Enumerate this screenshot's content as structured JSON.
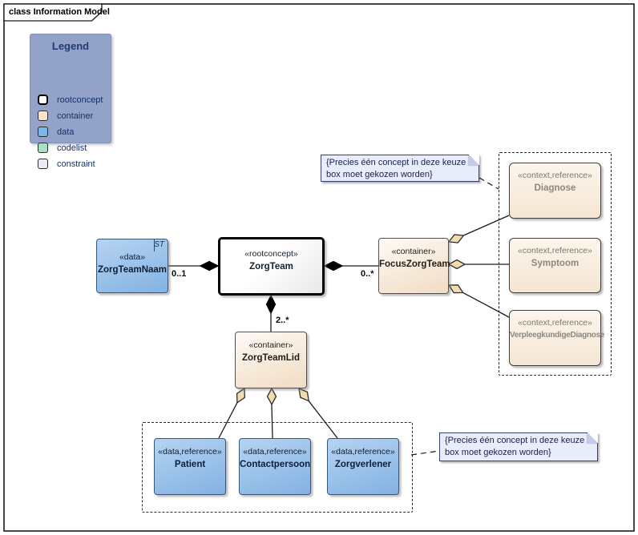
{
  "frame": {
    "title": "class Information Model"
  },
  "legend": {
    "title": "Legend",
    "items": [
      {
        "label": "rootconcept",
        "color": "#ffffff"
      },
      {
        "label": "container",
        "color": "#f8e3cf"
      },
      {
        "label": "data",
        "color": "#7db7e8"
      },
      {
        "label": "codelist",
        "color": "#abdfc6"
      },
      {
        "label": "constraint",
        "color": "#e9ebfa"
      }
    ],
    "background": "#93a2c8"
  },
  "nodes": {
    "zorgteamnaam": {
      "stereotype": "«data»",
      "name": "ZorgTeamNaam",
      "type_tag": "ST"
    },
    "zorgteam": {
      "stereotype": "«rootconcept»",
      "name": "ZorgTeam"
    },
    "focuszorgteam": {
      "stereotype": "«container»",
      "name": "FocusZorgTeam"
    },
    "zorgteamlid": {
      "stereotype": "«container»",
      "name": "ZorgTeamLid"
    },
    "patient": {
      "stereotype": "«data,reference»",
      "name": "Patient"
    },
    "contactpersoon": {
      "stereotype": "«data,reference»",
      "name": "Contactpersoon"
    },
    "zorgverlener": {
      "stereotype": "«data,reference»",
      "name": "Zorgverlener"
    },
    "diagnose": {
      "stereotype": "«context,reference»",
      "name": "Diagnose"
    },
    "symptoom": {
      "stereotype": "«context,reference»",
      "name": "Symptoom"
    },
    "verpleegkundige_diagnose": {
      "stereotype": "«context,reference»",
      "name": "VerpleegkundigeDiagnose"
    }
  },
  "multiplicities": {
    "zorgteamnaam_zorgteam": "0..1",
    "zorgteam_focuszorgteam": "0..*",
    "zorgteam_zorgteamlid": "2..*"
  },
  "notes": {
    "focus_choice": "{Precies één concept in deze keuze box moet gekozen worden}",
    "lid_choice": "{Precies één concept in deze keuze box moet gekozen worden}"
  },
  "colors": {
    "line": "#1a1a1a",
    "diamond_composition": "#000000",
    "diamond_aggregation_fill": "#f1dcb0",
    "note_fill": "#e9ecfa",
    "legend_bg": "#93a2c8",
    "data_fill": "#84b5e5",
    "container_fill": "#f3ddc4",
    "context_fill": "#f7ecdd",
    "rootconcept_fill": "#ffffff"
  }
}
